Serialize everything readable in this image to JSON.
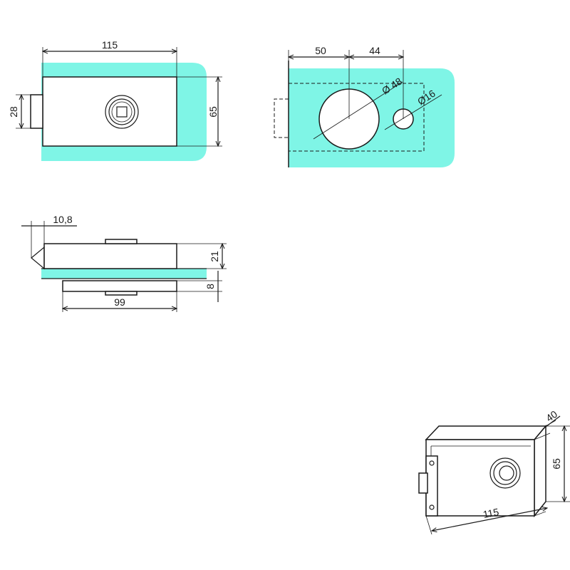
{
  "colors": {
    "glass": "#7ff5e6",
    "line": "#1a1a1a",
    "background": "#ffffff"
  },
  "views": {
    "front": {
      "dims": {
        "width": "115",
        "height": "65",
        "tongue": "28"
      },
      "icons": [
        "square-key-cylinder-icon"
      ]
    },
    "cutout": {
      "dims": {
        "offset_a": "50",
        "offset_b": "44",
        "big_hole": "Ø 48",
        "small_hole": "Ø16"
      }
    },
    "side": {
      "dims": {
        "offset": "10,8",
        "thickness": "21",
        "plate": "8",
        "plate_width": "99"
      }
    },
    "isometric": {
      "dims": {
        "depth": "40",
        "height": "65",
        "width": "115"
      }
    }
  }
}
